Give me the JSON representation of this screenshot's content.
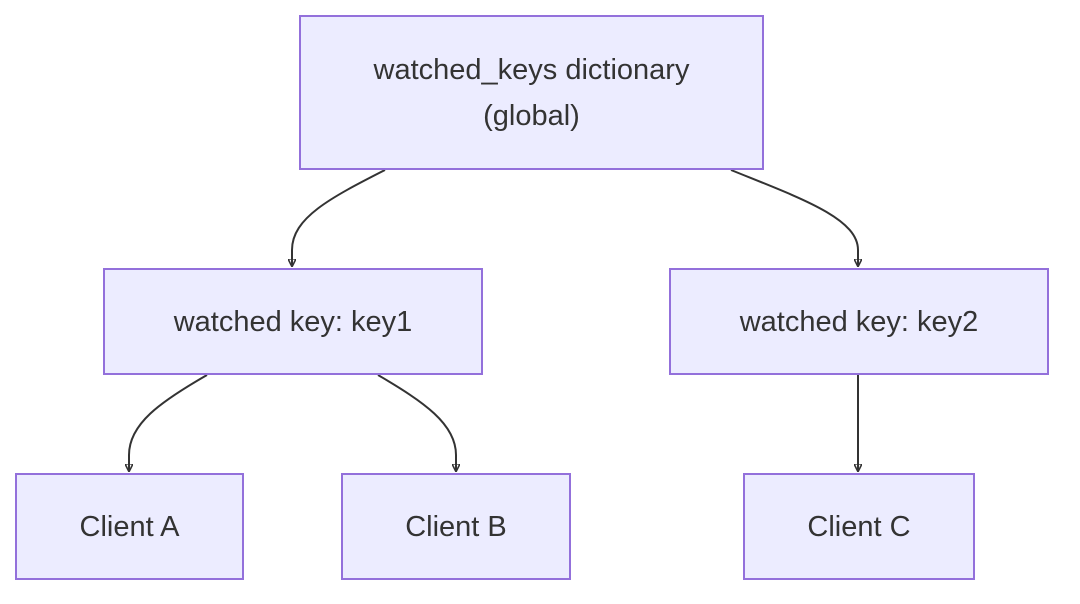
{
  "diagram": {
    "nodes": {
      "root": {
        "line1": "watched_keys dictionary",
        "line2": "(global)"
      },
      "key1": {
        "label": "watched key: key1"
      },
      "key2": {
        "label": "watched key: key2"
      },
      "clientA": {
        "label": "Client A"
      },
      "clientB": {
        "label": "Client B"
      },
      "clientC": {
        "label": "Client C"
      }
    },
    "edges": [
      {
        "from": "root",
        "to": "key1"
      },
      {
        "from": "root",
        "to": "key2"
      },
      {
        "from": "key1",
        "to": "clientA"
      },
      {
        "from": "key1",
        "to": "clientB"
      },
      {
        "from": "key2",
        "to": "clientC"
      }
    ],
    "colors": {
      "node_fill": "#ececff",
      "node_border": "#9370db",
      "text": "#333333",
      "edge": "#333333"
    }
  }
}
